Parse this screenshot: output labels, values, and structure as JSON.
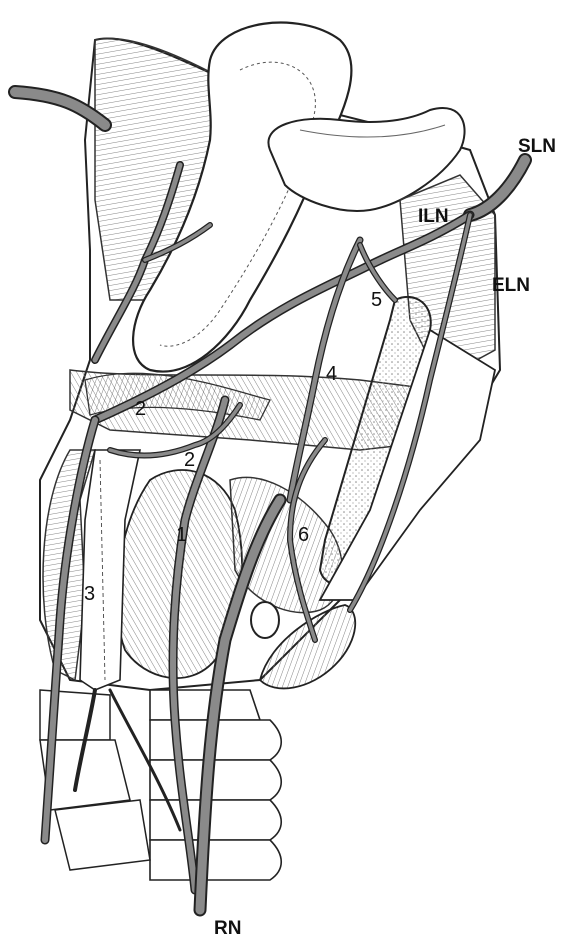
{
  "figure": {
    "labels": {
      "sln": "SLN",
      "iln": "ILN",
      "eln": "ELN",
      "rn": "RN",
      "n1": "1",
      "n2a": "2",
      "n2b": "2",
      "n3": "3",
      "n4": "4",
      "n5": "5",
      "n6": "6"
    }
  }
}
